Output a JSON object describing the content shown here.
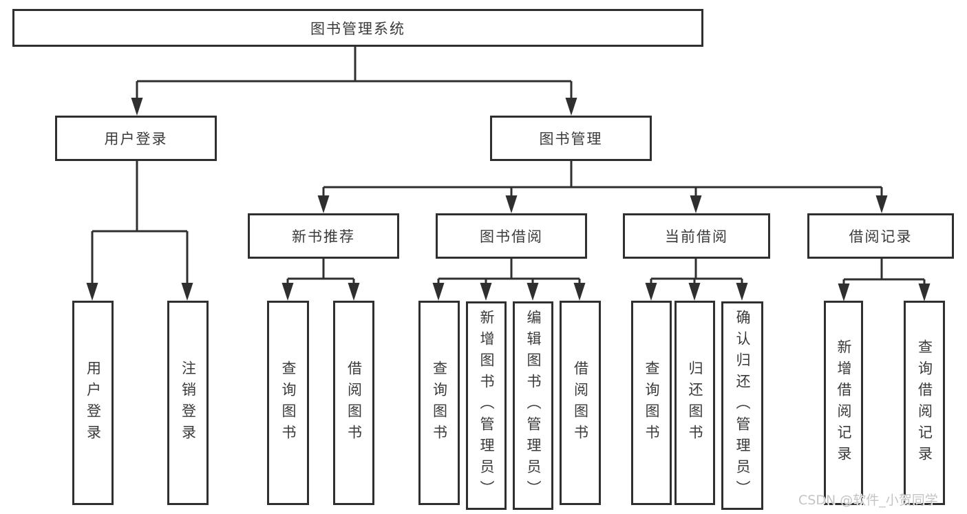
{
  "diagram": {
    "type": "hierarchy-tree",
    "title": "图书管理系统",
    "colors": {
      "line": "#2f2f2f",
      "box_border": "#2f2f2f",
      "box_fill": "#ffffff",
      "text": "#3a3a3a",
      "background": "#ffffff",
      "watermark": "#c4c4c4"
    }
  },
  "nodes": {
    "root": {
      "label": "图书管理系统"
    },
    "user_login": {
      "label": "用户登录",
      "parent": "图书管理系统"
    },
    "book_mgmt": {
      "label": "图书管理",
      "parent": "图书管理系统"
    },
    "new_book_rec": {
      "label": "新书推荐",
      "parent": "图书管理"
    },
    "book_borrow": {
      "label": "图书借阅",
      "parent": "图书管理"
    },
    "current_borrow": {
      "label": "当前借阅",
      "parent": "图书管理"
    },
    "borrow_record": {
      "label": "借阅记录",
      "parent": "图书管理"
    }
  },
  "leaves": [
    {
      "label": "用户登录",
      "parent": "用户登录"
    },
    {
      "label": "注销登录",
      "parent": "用户登录"
    },
    {
      "label": "查询图书",
      "parent": "新书推荐"
    },
    {
      "label": "借阅图书",
      "parent": "新书推荐"
    },
    {
      "label": "查询图书",
      "parent": "图书借阅"
    },
    {
      "label": "新增图书（管理员）",
      "parent": "图书借阅"
    },
    {
      "label": "编辑图书（管理员）",
      "parent": "图书借阅"
    },
    {
      "label": "借阅图书",
      "parent": "图书借阅"
    },
    {
      "label": "查询图书",
      "parent": "当前借阅"
    },
    {
      "label": "归还图书",
      "parent": "当前借阅"
    },
    {
      "label": "确认归还（管理员）",
      "parent": "当前借阅"
    },
    {
      "label": "新增借阅记录",
      "parent": "借阅记录"
    },
    {
      "label": "查询借阅记录",
      "parent": "借阅记录"
    }
  ],
  "watermark": {
    "text": "CSDN @软件_小贺同学"
  }
}
